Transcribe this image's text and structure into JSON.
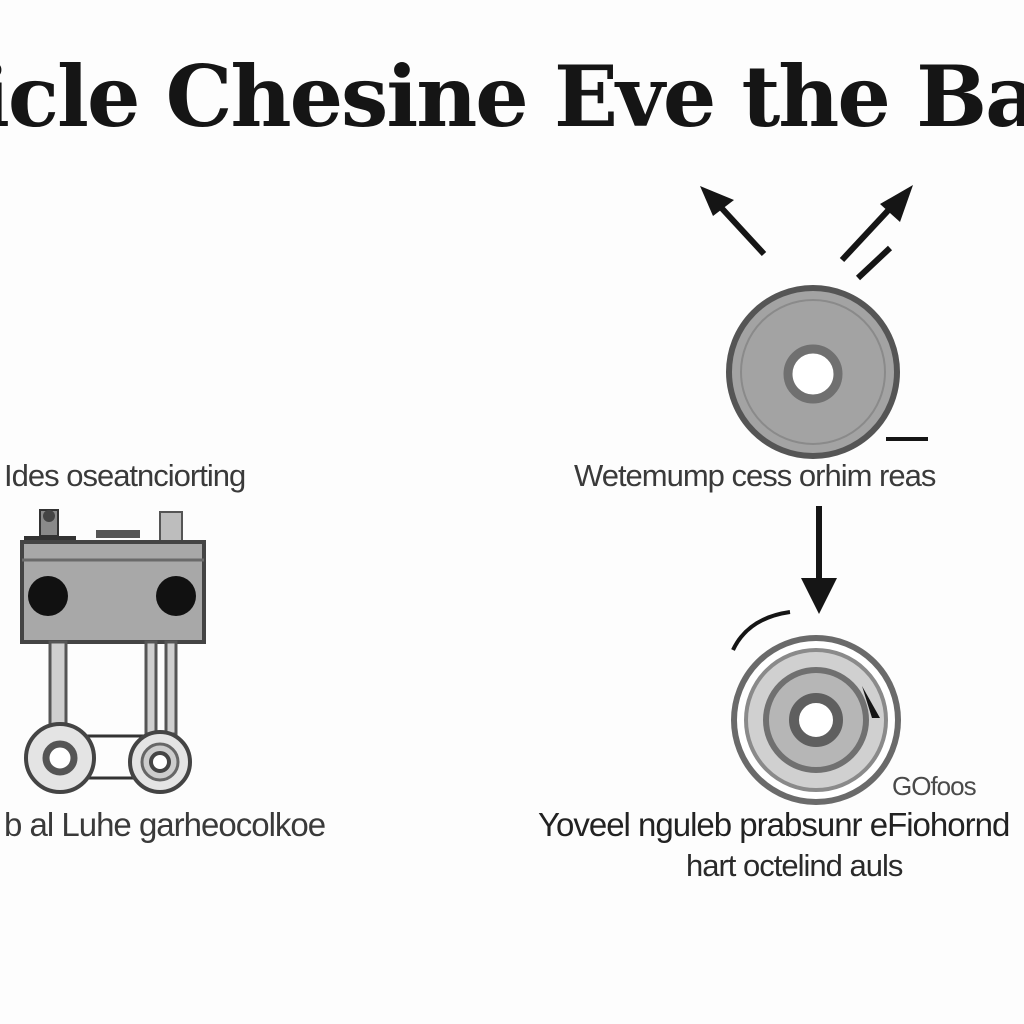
{
  "title": "icle Chesine Eve the Baking A",
  "labels": {
    "left_top": "Ides oseatnciorting",
    "right_top": "Wetemump cess orhim reas",
    "left_bottom": "b al Luhe garheocolkoe",
    "small_right": "GOfoos",
    "right_bottom": "Yoveel nguleb prabsunr eFiohornd",
    "right_bottom_2": "hart octelind auls"
  },
  "colors": {
    "ink": "#151515",
    "machine_body": "#a8a8a8",
    "disc_outer": "#a3a3a3",
    "disc_ring": "#6a6a6a",
    "disc_inner": "#d0d0d0"
  },
  "icons": {
    "top_arrows": "diverging-arrows-icon",
    "down_arrow": "arrow-down-icon",
    "disc_top": "disc-icon",
    "disc_bottom": "disc-icon",
    "machine": "machine-icon"
  }
}
